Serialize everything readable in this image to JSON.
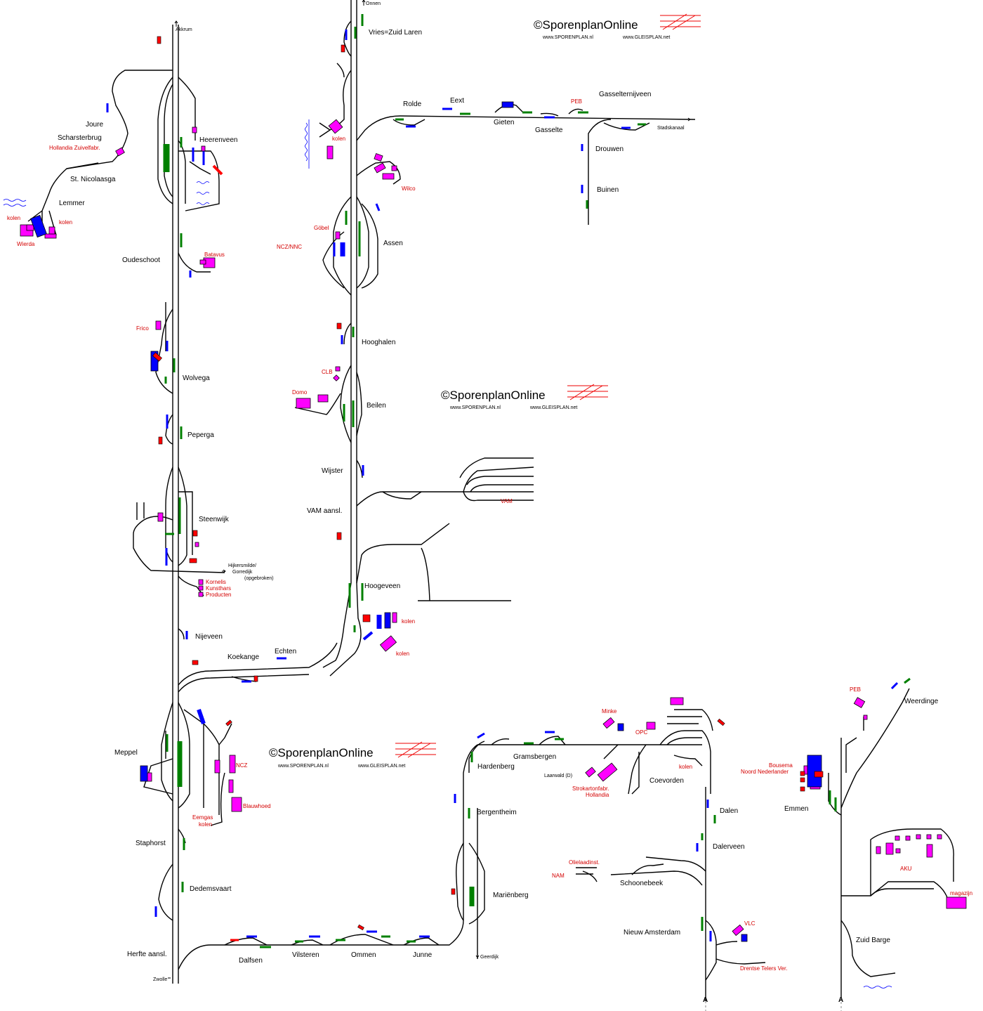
{
  "watermark": {
    "brand": "©SporenplanOnline",
    "site1": "www.SPORENPLAN.nl",
    "site2": "www.GLEISPLAN.net"
  },
  "colors": {
    "track": "#000000",
    "platform_green": "#008000",
    "platform_blue": "#0000ff",
    "industry_magenta": "#ff00ff",
    "signal_red": "#ff0000",
    "industry_label_red": "#d40000",
    "water_blue": "#0000ff"
  },
  "stations": {
    "akkrum": "Akkrum",
    "joure": "Joure",
    "scharsterbrug": "Scharsterbrug",
    "heerenveen": "Heerenveen",
    "st_nicolaasga": "St. Nicolaasga",
    "lemmer": "Lemmer",
    "oudeschoot": "Oudeschoot",
    "wolvega": "Wolvega",
    "peperga": "Peperga",
    "steenwijk": "Steenwijk",
    "nijeveen": "Nijeveen",
    "koekange": "Koekange",
    "echten": "Echten",
    "meppel": "Meppel",
    "staphorst": "Staphorst",
    "dedemsvaart": "Dedemsvaart",
    "herfte": "Herfte aansl.",
    "zwolle": "Zwolle",
    "onnen": "Onnen",
    "vries": "Vries=Zuid Laren",
    "rolde": "Rolde",
    "eext": "Eext",
    "gieten": "Gieten",
    "gasselte": "Gasselte",
    "gasselternijveen": "Gasselternijveen",
    "stadskanaal": "Stadskanaal",
    "drouwen": "Drouwen",
    "buinen": "Buinen",
    "assen": "Assen",
    "hooghalen": "Hooghalen",
    "beilen": "Beilen",
    "wijster": "Wijster",
    "vam_aansl": "VAM aansl.",
    "hoogeveen": "Hoogeveen",
    "dalfsen": "Dalfsen",
    "vilsteren": "Vilsteren",
    "ommen": "Ommen",
    "junne": "Junne",
    "geerdijk": "Geerdijk",
    "hardenberg": "Hardenberg",
    "gramsbergen": "Gramsbergen",
    "bergentheim": "Bergentheim",
    "marienberg": "Mariënberg",
    "laarwald": "Laarwald (D)",
    "coevorden": "Coevorden",
    "dalen": "Dalen",
    "dalerveen": "Dalerveen",
    "schoonebeek": "Schoonebeek",
    "nieuw_amsterdam": "Nieuw Amsterdam",
    "weerdinge": "Weerdinge",
    "emmen": "Emmen",
    "zuid_barge": "Zuid Barge",
    "hijkersmilde1": "Hijkersmilde/",
    "hijkersmilde2": "Gorredijk",
    "hijkersmilde3": "(opgebroken)",
    "marker_a": "A"
  },
  "industries": {
    "hollandia_zuivel": "Hollandia Zuivelfabr.",
    "kolen": "kolen",
    "wierda": "Wierda",
    "batavus": "Batavus",
    "frico": "Frico",
    "kornelis1": "Kornelis",
    "kornelis2": "Kunsthars",
    "kornelis3": "Producten",
    "ncz": "NCZ",
    "blauwhoed": "Blauwhoed",
    "eemgas": "Eemgas",
    "wilco": "Wilco",
    "gobel": "Göbel",
    "ncz_nnc": "NCZ/NNC",
    "clb": "CLB",
    "domo": "Domo",
    "vam": "VAM",
    "peb": "PEB",
    "minke": "Minke",
    "opc": "OPC",
    "strokarton1": "Strokartonfabr.",
    "strokarton2": "Hollandia",
    "olielaad": "Olielaadinst.",
    "nam": "NAM",
    "vlc": "VLC",
    "drentse_telers": "Drentse Telers Ver.",
    "bousema": "Bousema",
    "noord_nederlander": "Noord Nederlander",
    "aku": "AKU",
    "magazijn": "magazijn"
  }
}
